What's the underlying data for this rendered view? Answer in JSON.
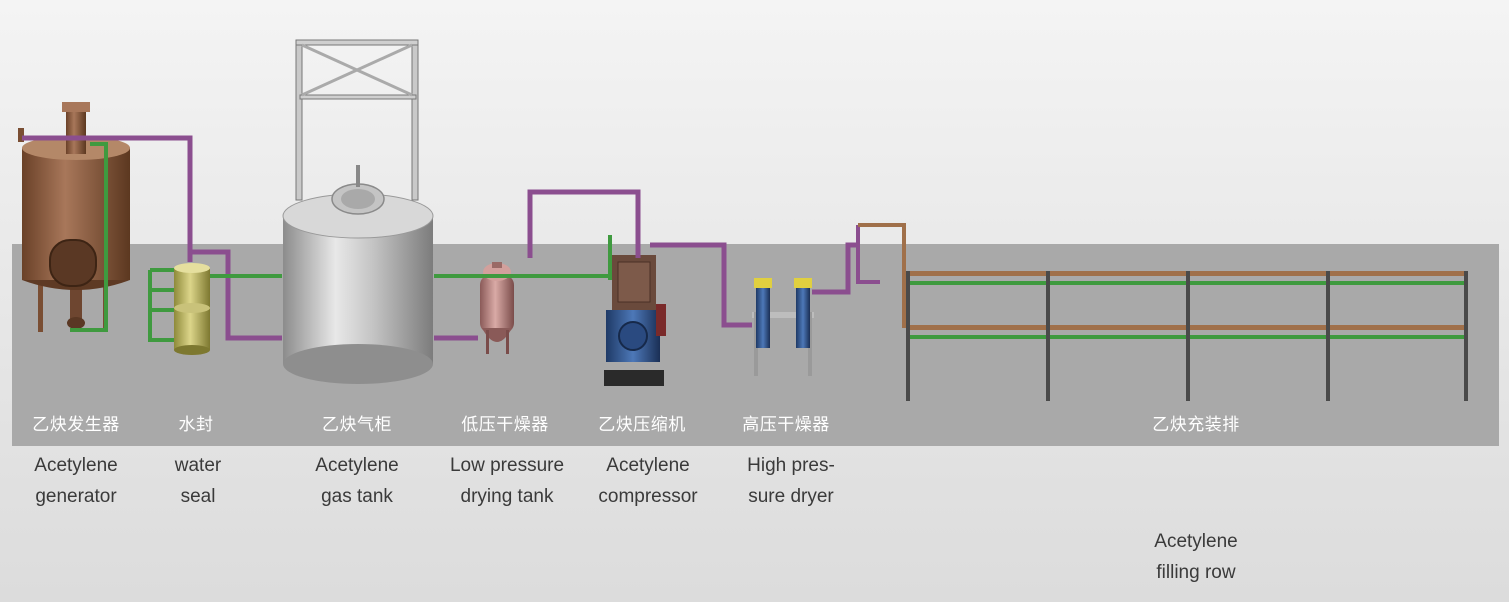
{
  "stations": [
    {
      "id": "generator",
      "cn": "乙炔发生器",
      "en": [
        "Acetylene",
        "generator"
      ]
    },
    {
      "id": "water_seal",
      "cn": "水封",
      "en": [
        "water",
        "seal"
      ]
    },
    {
      "id": "gas_tank",
      "cn": "乙炔气柜",
      "en": [
        "Acetylene",
        "gas tank"
      ]
    },
    {
      "id": "lp_dryer",
      "cn": "低压干燥器",
      "en": [
        "Low pressure",
        "drying tank"
      ]
    },
    {
      "id": "compressor",
      "cn": "乙炔压缩机",
      "en": [
        "Acetylene",
        "compressor"
      ]
    },
    {
      "id": "hp_dryer",
      "cn": "高压干燥器",
      "en": [
        "High pres-",
        "sure dryer"
      ]
    },
    {
      "id": "filling_row",
      "cn": "乙炔充装排",
      "en": [
        "Acetylene",
        "filling row"
      ]
    }
  ],
  "colors": {
    "floor": "#a9a9a9",
    "pipe_purple": "#8b4e8f",
    "pipe_green": "#3f9a3f",
    "pipe_copper": "#a0704a",
    "tank_brown": "#8a5a3c",
    "steel": "#b9b9b9"
  }
}
